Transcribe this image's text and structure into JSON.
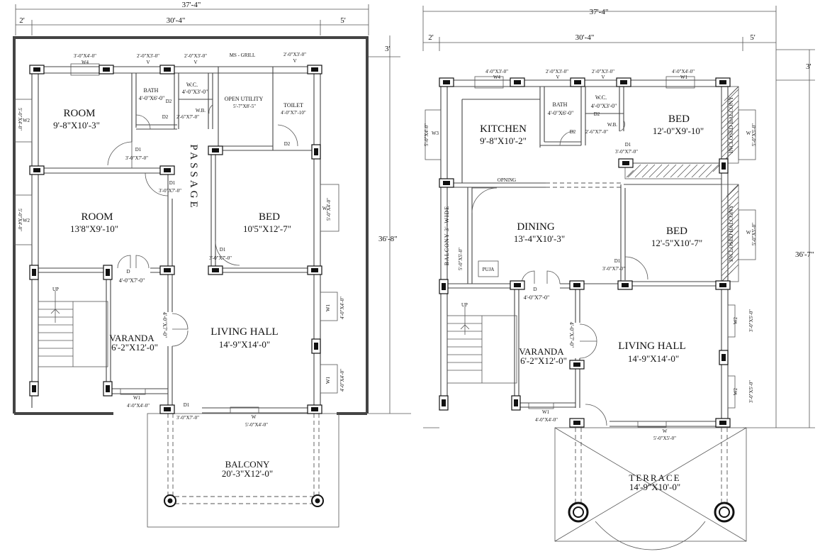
{
  "plan1": {
    "dims": {
      "overall_width": "37'-4\"",
      "left_offset": "2'",
      "main_width": "30'-4\"",
      "right_offset": "5'",
      "top_offset": "3'",
      "height": "36'-8\""
    },
    "rooms": {
      "room_top_name": "ROOM",
      "room_top_size": "9'-8\"X10'-3\"",
      "room_mid_name": "ROOM",
      "room_mid_size": "13'8\"X9'-10\"",
      "bath_name": "BATH",
      "bath_size": "4'-0\"X6'-0\"",
      "wc_name": "W.C.",
      "wc_size": "4'-0\"X3'-0\"",
      "utility_name": "OPEN UTILITY",
      "utility_size": "5'-7\"X8'-5\"",
      "toilet_name": "TOILET",
      "toilet_size": "4'-0\"X7'-10\"",
      "bed_name": "BED",
      "bed_size": "10'5\"X12'-7\"",
      "passage": "PASSAGE",
      "varanda_name": "VARANDA",
      "varanda_size": "6'-2\"X12'-0\"",
      "living_name": "LIVING HALL",
      "living_size": "14'-9\"X14'-0\"",
      "balcony_name": "BALCONY",
      "balcony_size": "20'-3\"X12'-0\""
    },
    "labels": {
      "w4": "W4",
      "w4_size": "3'-0\"X4'-0\"",
      "v1_size": "2'-0\"X3'-0\"",
      "v": "V",
      "v2_size": "2'-0\"X3'-0\"",
      "ms_grill": "MS - GRILL",
      "v3_size": "2'-0\"X3'-0\"",
      "w2": "W2",
      "w2_size": "5'-0\"X4'-0\"",
      "w2b_size": "5'-0\"X4'-0\"",
      "d1": "D1",
      "d1_size": "3'-0\"X7'-0\"",
      "d2": "D2",
      "d2_size": "2'-6\"X7'-0\"",
      "wb": "W.B.",
      "w": "W",
      "w_size": "5'-0\"X4'-0\"",
      "w1": "W1",
      "w1_size": "4'-0\"X4'-0\"",
      "d": "D",
      "d_size": "4'-0\"X7'-0\"",
      "d_vert": "4'-0\"X7'-0\"",
      "up": "UP"
    }
  },
  "plan2": {
    "dims": {
      "overall_width": "37'-4\"",
      "left_offset": "2'",
      "main_width": "30'-4\"",
      "right_offset": "5'",
      "top_offset": "3'",
      "height": "36'-7\""
    },
    "rooms": {
      "kitchen_name": "KITCHEN",
      "kitchen_size": "9'-8\"X10'-2\"",
      "bath_name": "BATH",
      "bath_size": "4'-0\"X6'-0\"",
      "wc_name": "W.C.",
      "wc_size": "4'-0\"X3'-0\"",
      "bed1_name": "BED",
      "bed1_size": "12'-0\"X9'-10\"",
      "dining_name": "DINING",
      "dining_size": "13'-4\"X10'-3\"",
      "bed2_name": "BED",
      "bed2_size": "12'-5\"X10'-7\"",
      "balcony_wide": "BALCONY 3'-WIDE",
      "inclosed1": "INCLOSED BALCONY",
      "inclosed2": "INCLOSED BALCONY",
      "puja": "PUJA",
      "varanda_name": "VARANDA",
      "varanda_size": "6'-2\"X12'-0\"",
      "living_name": "LIVING HALL",
      "living_size": "14'-9\"X14'-0\"",
      "terrace_name": "TERRACE",
      "terrace_size": "14'-9\"X10'-0\""
    },
    "labels": {
      "w4": "W4",
      "w4_size": "4'-0\"X3'-0\"",
      "v": "V",
      "v_size": "2'-0\"X3'-0\"",
      "w1": "W1",
      "w1_size": "4'-0\"X4'-0\"",
      "w3": "W3",
      "w3_size": "5'-0\"X4'-0\"",
      "w": "W",
      "w_size": "5'-0\"X5'-0\"",
      "opning": "OPNING",
      "d1": "D1",
      "d1_size": "3'-0\"X7'-0\"",
      "d2": "D2",
      "d2_size": "2'-6\"X7'-0\"",
      "wb": "W.B.",
      "w2": "W2",
      "w2_size": "3'-0\"X5'-0\"",
      "d": "D",
      "d_size": "4'-0\"X7'-0\"",
      "d_vert": "4'-0\"X7'-0\"",
      "bal_size": "5'-0\"X5'-0\"",
      "up": "UP"
    }
  }
}
